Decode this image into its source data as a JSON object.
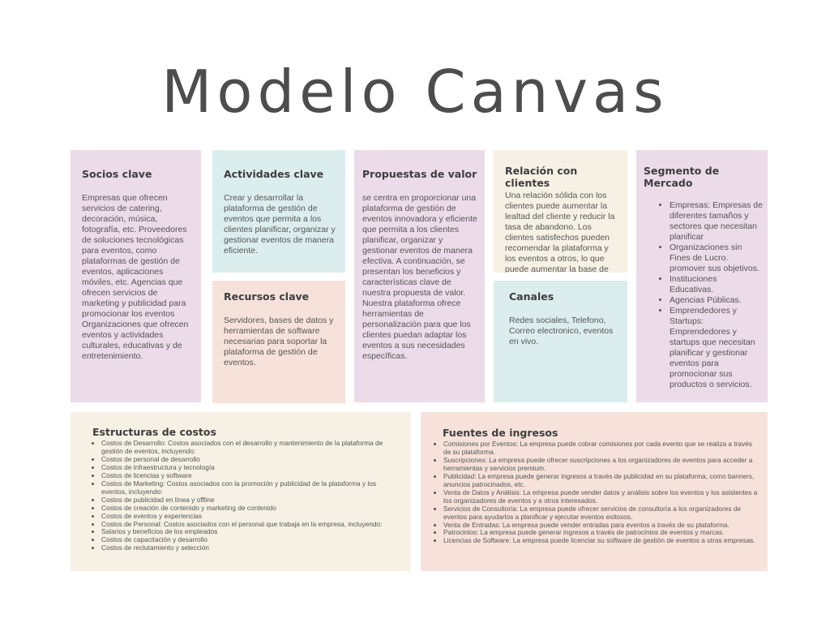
{
  "page": {
    "title": "Modelo Canvas"
  },
  "socios": {
    "title": "Socios clave",
    "body": "Empresas que ofrecen servicios de catering, decoración, música, fotografía, etc. Proveedores de soluciones tecnológicas para eventos, como plataformas de gestión de eventos, aplicaciones móviles, etc. Agencias que ofrecen servicios de marketing y publicidad para promocionar los eventos Organizaciones que ofrecen eventos y actividades culturales, educativas y de entretenimiento."
  },
  "actividades": {
    "title": "Actividades clave",
    "body": "Crear y desarrollar la plataforma de gestión de eventos que permita a los clientes planificar, organizar y gestionar eventos de manera eficiente."
  },
  "recursos": {
    "title": "Recursos clave",
    "body": "Servidores, bases de datos y herramientas de software necesarias para soportar la plataforma de gestión de eventos."
  },
  "propuesta": {
    "title": "Propuestas de valor",
    "body": "se centra en proporcionar una plataforma de gestión de eventos innovadora y eficiente que permita a los clientes planificar, organizar y gestionar eventos de manera efectiva. A continuación, se presentan los beneficios y características clave de nuestra propuesta de valor. Nuestra plataforma ofrece herramientas de personalización para que los clientes puedan adaptar los eventos a sus necesidades específicas."
  },
  "relacion": {
    "title": "Relación con clientes",
    "body": "Una relación sólida con los clientes puede aumentar la lealtad del cliente y reducir la tasa de abandono. Los clientes satisfechos pueden recomendar la plataforma y los eventos a otros, lo que puede aumentar la base de clientes."
  },
  "canales": {
    "title": "Canales",
    "body": "Redes sociales, Telefono, Correo electronico, eventos en vivo."
  },
  "segmento": {
    "title": "Segmento de Mercado",
    "items": [
      "Empresas: Empresas de diferentes tamaños y sectores que necesitan planificar",
      "Organizaciones sin Fines de Lucro. promover sus objetivos.",
      "Instituciones Educativas.",
      "Agencias Públicas.",
      "Emprendedores y Startups: Emprendedores y startups que necesitan planificar y gestionar eventos para promocionar sus productos o servicios."
    ]
  },
  "costos": {
    "title": "Estructuras de costos",
    "items": [
      "Costos de Desarrollo: Costos asociados con el desarrollo y mantenimiento de la plataforma de gestión de eventos, incluyendo:",
      "Costos de personal de desarrollo",
      "Costos de infraestructura y tecnología",
      "Costos de licencias y software",
      "Costos de Marketing: Costos asociados con la promoción y publicidad de la plataforma y los eventos, incluyendo:",
      "Costos de publicidad en línea y offline",
      "Costos de creación de contenido y marketing de contenido",
      "Costos de eventos y experiencias",
      "Costos de Personal: Costos asociados con el personal que trabaja en la empresa, incluyendo:",
      "Salarios y beneficios de los empleados",
      "Costos de capacitación y desarrollo",
      "Costos de reclutamiento y selección"
    ]
  },
  "fuentes": {
    "title": "Fuentes de ingresos",
    "items": [
      "Comisiones por Eventos: La empresa puede cobrar comisiones por cada evento que se realiza a través de su plataforma.",
      "Suscripciones: La empresa puede ofrecer suscripciones a los organizadores de eventos para acceder a herramientas y servicios premium.",
      "Publicidad: La empresa puede generar ingresos a través de publicidad en su plataforma, como banners, anuncios patrocinados, etc.",
      "Venta de Datos y Análisis: La empresa puede vender datos y análisis sobre los eventos y los asistentes a los organizadores de eventos y a otros interesados.",
      "Servicios de Consultoría: La empresa puede ofrecer servicios de consultoría a los organizadores de eventos para ayudarlos a planificar y ejecutar eventos exitosos.",
      "Venta de Entradas: La empresa puede vender entradas para eventos a través de su plataforma.",
      "Patrocinios: La empresa puede generar ingresos a través de patrocinios de eventos y marcas.",
      "Licencias de Software: La empresa puede licenciar su software de gestión de eventos a otras empresas."
    ]
  },
  "colors": {
    "pink": "#ecdbe8",
    "blue": "#dcedee",
    "peach": "#f6e2da",
    "cream": "#f6f1e4",
    "text": "#4a4a4a"
  }
}
